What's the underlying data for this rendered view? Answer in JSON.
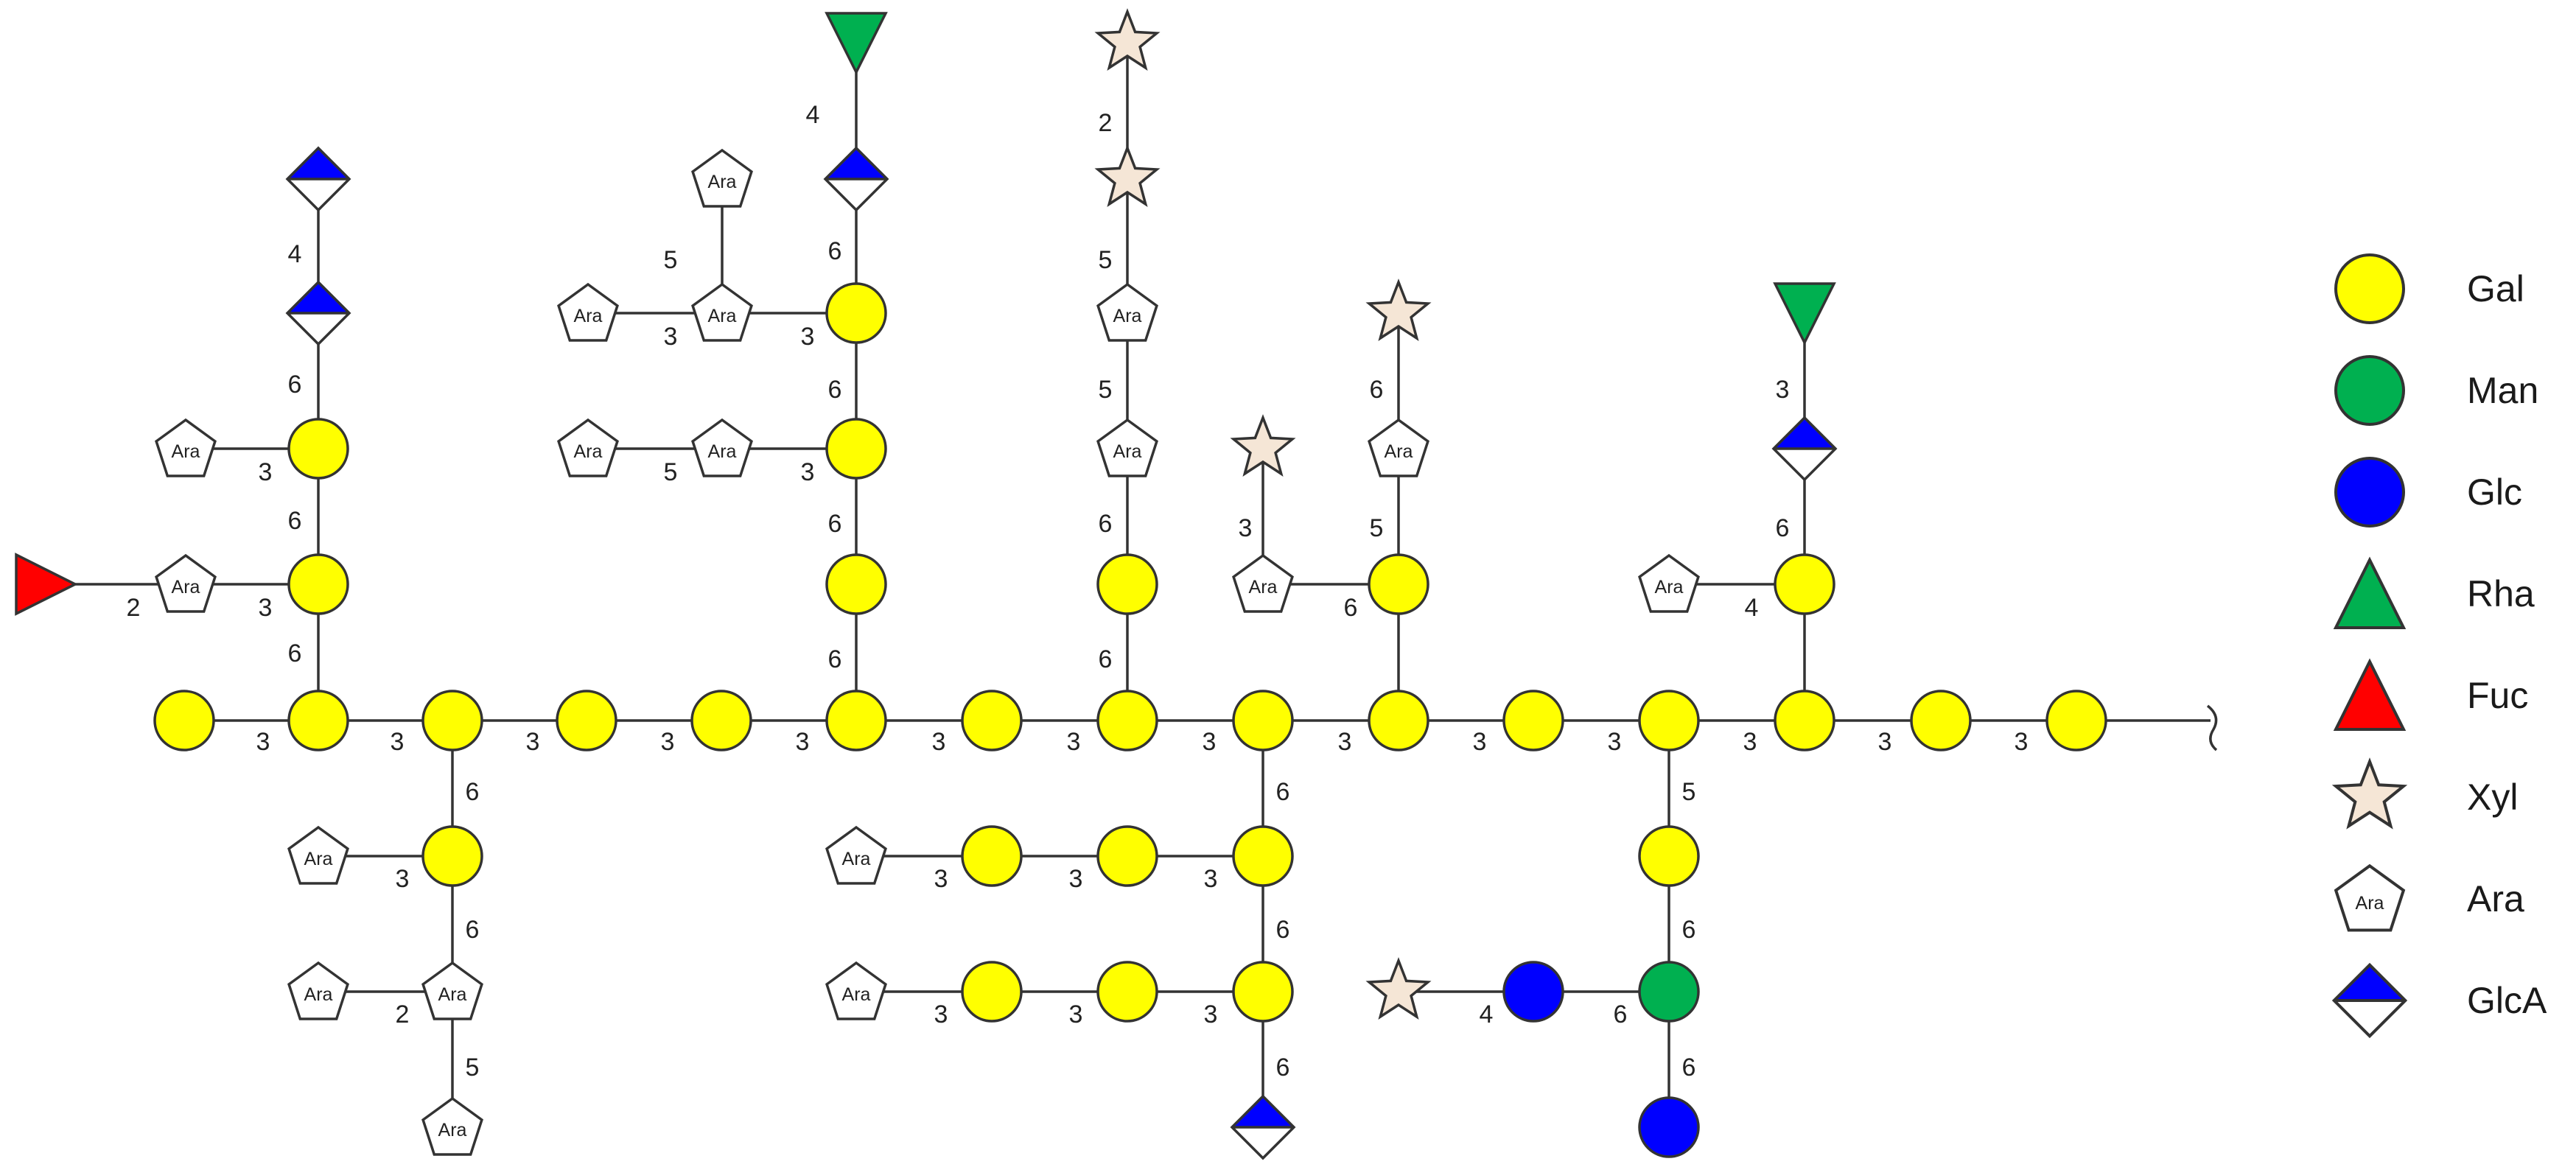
{
  "colors": {
    "Gal": "#FFFF00",
    "Man": "#00B050",
    "Glc": "#0000FF",
    "Rha": "#00B050",
    "Fuc": "#FF0000",
    "Xyl": "#F5E6D6",
    "Ara": "#FFFFFF",
    "GlcA": "#0000FF"
  },
  "legend": [
    {
      "type": "Gal",
      "label": "Gal"
    },
    {
      "type": "Man",
      "label": "Man"
    },
    {
      "type": "Glc",
      "label": "Glc"
    },
    {
      "type": "Rha",
      "label": "Rha"
    },
    {
      "type": "Fuc",
      "label": "Fuc"
    },
    {
      "type": "Xyl",
      "label": "Xyl"
    },
    {
      "type": "Ara",
      "label": "Ara"
    },
    {
      "type": "GlcA",
      "label": "GlcA"
    }
  ],
  "residue_text": {
    "Ara": "Ara"
  },
  "nodes": [
    {
      "id": "g1",
      "type": "Gal"
    },
    {
      "id": "g2",
      "type": "Gal"
    },
    {
      "id": "g3",
      "type": "Gal"
    },
    {
      "id": "g4",
      "type": "Gal"
    },
    {
      "id": "g5",
      "type": "Gal"
    },
    {
      "id": "g6",
      "type": "Gal"
    },
    {
      "id": "g7",
      "type": "Gal"
    },
    {
      "id": "g8",
      "type": "Gal"
    },
    {
      "id": "g9",
      "type": "Gal"
    },
    {
      "id": "g10",
      "type": "Gal"
    },
    {
      "id": "g11",
      "type": "Gal"
    },
    {
      "id": "g12",
      "type": "Gal"
    },
    {
      "id": "g13",
      "type": "Gal"
    },
    {
      "id": "g14",
      "type": "Gal"
    },
    {
      "id": "g15",
      "type": "Gal"
    },
    {
      "id": "a2u1",
      "type": "Gal"
    },
    {
      "id": "a2u2",
      "type": "Gal"
    },
    {
      "id": "glcA_a1",
      "type": "GlcA"
    },
    {
      "id": "glcA_a2",
      "type": "GlcA"
    },
    {
      "id": "araA1",
      "type": "Ara"
    },
    {
      "id": "araA2",
      "type": "Ara"
    },
    {
      "id": "fucA",
      "type": "Fuc"
    },
    {
      "id": "b1",
      "type": "Gal"
    },
    {
      "id": "araB1",
      "type": "Ara"
    },
    {
      "id": "araB2",
      "type": "Ara"
    },
    {
      "id": "araB3",
      "type": "Ara"
    },
    {
      "id": "araB4",
      "type": "Ara"
    },
    {
      "id": "c1",
      "type": "Gal"
    },
    {
      "id": "c2",
      "type": "Gal"
    },
    {
      "id": "c3",
      "type": "Gal"
    },
    {
      "id": "araC1",
      "type": "Ara"
    },
    {
      "id": "araC2",
      "type": "Ara"
    },
    {
      "id": "araC3",
      "type": "Ara"
    },
    {
      "id": "araC4",
      "type": "Ara"
    },
    {
      "id": "araC5",
      "type": "Ara"
    },
    {
      "id": "glcA_c",
      "type": "GlcA"
    },
    {
      "id": "rha_c",
      "type": "Rha"
    },
    {
      "id": "d1",
      "type": "Gal"
    },
    {
      "id": "araD1",
      "type": "Ara"
    },
    {
      "id": "araD2",
      "type": "Ara"
    },
    {
      "id": "xylD1",
      "type": "Xyl"
    },
    {
      "id": "xylD2",
      "type": "Xyl"
    },
    {
      "id": "e1",
      "type": "Gal"
    },
    {
      "id": "e2",
      "type": "Gal"
    },
    {
      "id": "glcA_e",
      "type": "GlcA"
    },
    {
      "id": "ea1",
      "type": "Gal"
    },
    {
      "id": "ea2",
      "type": "Gal"
    },
    {
      "id": "araE1",
      "type": "Ara"
    },
    {
      "id": "eb1",
      "type": "Gal"
    },
    {
      "id": "eb2",
      "type": "Gal"
    },
    {
      "id": "araE2",
      "type": "Ara"
    },
    {
      "id": "f1",
      "type": "Gal"
    },
    {
      "id": "araF1",
      "type": "Ara"
    },
    {
      "id": "araF2",
      "type": "Ara"
    },
    {
      "id": "xylF1",
      "type": "Xyl"
    },
    {
      "id": "xylF2",
      "type": "Xyl"
    },
    {
      "id": "h1",
      "type": "Gal"
    },
    {
      "id": "man_h",
      "type": "Man"
    },
    {
      "id": "glc_h1",
      "type": "Glc"
    },
    {
      "id": "glc_h2",
      "type": "Glc"
    },
    {
      "id": "xyl_h",
      "type": "Xyl"
    },
    {
      "id": "i1",
      "type": "Gal"
    },
    {
      "id": "araI",
      "type": "Ara"
    },
    {
      "id": "glcA_i",
      "type": "GlcA"
    },
    {
      "id": "rha_i",
      "type": "Rha"
    }
  ],
  "edges": [
    {
      "from": "g1",
      "to": "g2",
      "label": "3"
    },
    {
      "from": "g2",
      "to": "g3",
      "label": "3"
    },
    {
      "from": "g3",
      "to": "g4",
      "label": "3"
    },
    {
      "from": "g4",
      "to": "g5",
      "label": "3"
    },
    {
      "from": "g5",
      "to": "g6",
      "label": "3"
    },
    {
      "from": "g6",
      "to": "g7",
      "label": "3"
    },
    {
      "from": "g7",
      "to": "g8",
      "label": "3"
    },
    {
      "from": "g8",
      "to": "g9",
      "label": "3"
    },
    {
      "from": "g9",
      "to": "g10",
      "label": "3"
    },
    {
      "from": "g10",
      "to": "g11",
      "label": "3"
    },
    {
      "from": "g11",
      "to": "g12",
      "label": "3"
    },
    {
      "from": "g12",
      "to": "g13",
      "label": "3"
    },
    {
      "from": "g13",
      "to": "g14",
      "label": "3"
    },
    {
      "from": "g14",
      "to": "g15",
      "label": "3"
    },
    {
      "from": "g2",
      "to": "a2u1",
      "label": "6"
    },
    {
      "from": "a2u1",
      "to": "a2u2",
      "label": "6"
    },
    {
      "from": "a2u2",
      "to": "glcA_a1",
      "label": "6"
    },
    {
      "from": "glcA_a1",
      "to": "glcA_a2",
      "label": "4"
    },
    {
      "from": "a2u2",
      "to": "araA1",
      "label": "3"
    },
    {
      "from": "a2u1",
      "to": "araA2",
      "label": "3"
    },
    {
      "from": "araA2",
      "to": "fucA",
      "label": "2"
    },
    {
      "from": "g3",
      "to": "b1",
      "label": "6"
    },
    {
      "from": "b1",
      "to": "araB1",
      "label": "3"
    },
    {
      "from": "b1",
      "to": "araB2",
      "label": "6"
    },
    {
      "from": "araB2",
      "to": "araB3",
      "label": "2"
    },
    {
      "from": "araB2",
      "to": "araB4",
      "label": "5"
    },
    {
      "from": "g6",
      "to": "c1",
      "label": "6"
    },
    {
      "from": "c1",
      "to": "c2",
      "label": "6"
    },
    {
      "from": "c2",
      "to": "c3",
      "label": "6"
    },
    {
      "from": "c3",
      "to": "glcA_c",
      "label": "6"
    },
    {
      "from": "glcA_c",
      "to": "rha_c",
      "label": "4"
    },
    {
      "from": "c3",
      "to": "araC1",
      "label": "3"
    },
    {
      "from": "araC1",
      "to": "araC2",
      "label": "3"
    },
    {
      "from": "araC1",
      "to": "araC3",
      "label": "5"
    },
    {
      "from": "c2",
      "to": "araC4",
      "label": "3"
    },
    {
      "from": "araC4",
      "to": "araC5",
      "label": "5"
    },
    {
      "from": "g8",
      "to": "d1",
      "label": "6"
    },
    {
      "from": "d1",
      "to": "araD1",
      "label": "6"
    },
    {
      "from": "araD1",
      "to": "araD2",
      "label": "5"
    },
    {
      "from": "araD2",
      "to": "xylD1",
      "label": "5"
    },
    {
      "from": "xylD1",
      "to": "xylD2",
      "label": "2"
    },
    {
      "from": "g9",
      "to": "e1",
      "label": "6"
    },
    {
      "from": "e1",
      "to": "e2",
      "label": "6"
    },
    {
      "from": "e2",
      "to": "glcA_e",
      "label": "6"
    },
    {
      "from": "e1",
      "to": "ea1",
      "label": "3"
    },
    {
      "from": "ea1",
      "to": "ea2",
      "label": "3"
    },
    {
      "from": "ea2",
      "to": "araE1",
      "label": "3"
    },
    {
      "from": "e2",
      "to": "eb1",
      "label": "3"
    },
    {
      "from": "eb1",
      "to": "eb2",
      "label": "3"
    },
    {
      "from": "eb2",
      "to": "araE2",
      "label": "3"
    },
    {
      "from": "g10",
      "to": "f1",
      "label": "6"
    },
    {
      "from": "f1",
      "to": "araF1",
      "label": "3"
    },
    {
      "from": "araF1",
      "to": "xylF1",
      "label": "5"
    },
    {
      "from": "f1",
      "to": "araF2",
      "label": "6"
    },
    {
      "from": "araF2",
      "to": "xylF2",
      "label": "5"
    },
    {
      "from": "g12",
      "to": "h1",
      "label": "6"
    },
    {
      "from": "h1",
      "to": "man_h",
      "label": "6"
    },
    {
      "from": "man_h",
      "to": "glc_h2",
      "label": "6"
    },
    {
      "from": "man_h",
      "to": "glc_h1",
      "label": "4"
    },
    {
      "from": "glc_h1",
      "to": "xyl_h",
      "label": "4"
    },
    {
      "from": "g13",
      "to": "i1",
      "label": "6"
    },
    {
      "from": "i1",
      "to": "araI",
      "label": "3"
    },
    {
      "from": "i1",
      "to": "glcA_i",
      "label": "6"
    },
    {
      "from": "glcA_i",
      "to": "rha_i",
      "label": "4"
    }
  ]
}
